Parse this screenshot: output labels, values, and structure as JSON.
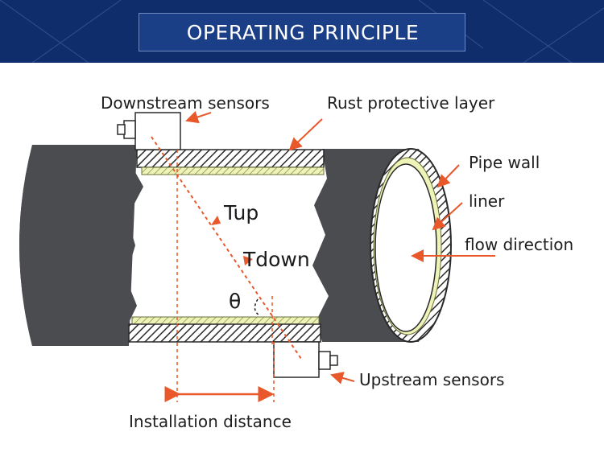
{
  "header": {
    "title": "OPERATING PRINCIPLE"
  },
  "labels": {
    "downstream_sensors": "Downstream sensors",
    "rust_protective_layer": "Rust protective layer",
    "pipe_wall": "Pipe wall",
    "liner": "liner",
    "flow_direction": "flow direction",
    "upstream_sensors": "Upstream sensors",
    "installation_distance": "Installation distance"
  },
  "symbols": {
    "tup": "Tup",
    "tdown": "Tdown",
    "theta": "θ"
  },
  "colors": {
    "banner": "#0f2d6b",
    "accent": "#e8582a",
    "pipe": "#4a4c50",
    "liner": "#e8efb0"
  }
}
